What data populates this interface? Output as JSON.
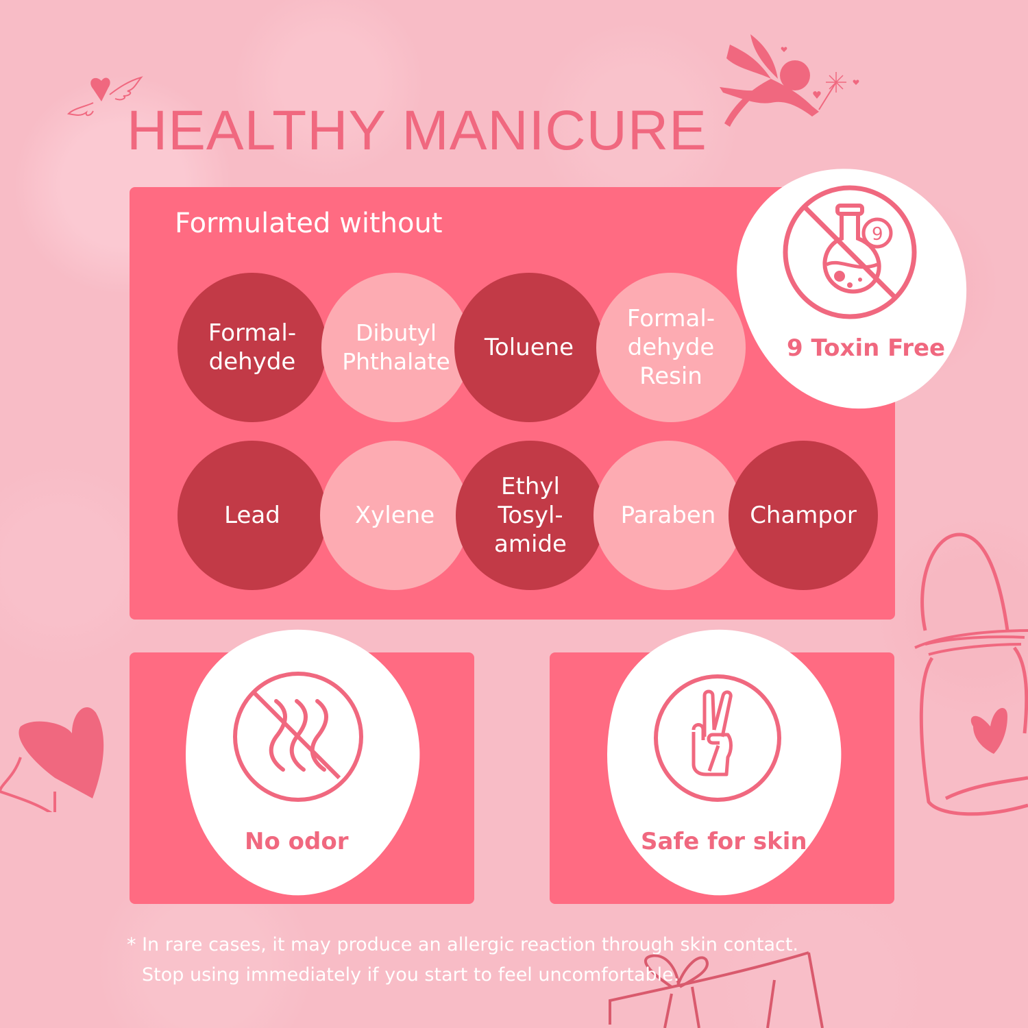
{
  "title": "HEALTHY MANICURE",
  "formulated_section": {
    "heading": "Formulated without",
    "ingredients_row1": [
      {
        "label": "Formal-\ndehyde",
        "style": "dark"
      },
      {
        "label": "Dibutyl\nPhthalate",
        "style": "light"
      },
      {
        "label": "Toluene",
        "style": "dark"
      },
      {
        "label": "Formal-\ndehyde\nResin",
        "style": "light"
      }
    ],
    "ingredients_row2": [
      {
        "label": "Lead",
        "style": "dark"
      },
      {
        "label": "Xylene",
        "style": "light"
      },
      {
        "label": "Ethyl\nTosyl-\namide",
        "style": "dark"
      },
      {
        "label": "Paraben",
        "style": "light"
      },
      {
        "label": "Champor",
        "style": "dark"
      }
    ]
  },
  "badges": {
    "toxin_free": {
      "label": "9 Toxin Free",
      "icon": "no-chemical-flask-icon"
    },
    "no_odor": {
      "label": "No odor",
      "icon": "no-odor-waves-icon"
    },
    "safe_for_skin": {
      "label": "Safe for skin",
      "icon": "peace-hand-icon"
    }
  },
  "footnote": {
    "line1": "* In rare cases, it may produce an allergic reaction through skin contact.",
    "line2": "Stop using immediately if you start to feel uncomfortable."
  },
  "colors": {
    "accent": "#ff6b82",
    "dark_circle": "#c23a47",
    "light_circle": "#fdabb2",
    "title": "#f0687f",
    "background": "#f8bcc6"
  }
}
